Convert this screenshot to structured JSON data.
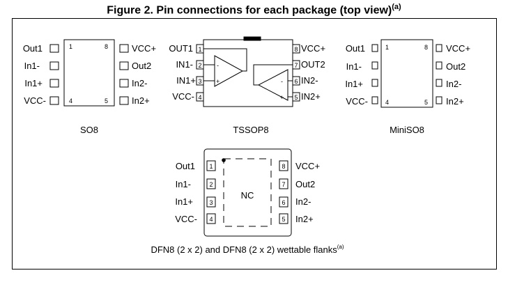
{
  "figure": {
    "title": "Figure 2. Pin connections for each package (top view)",
    "title_note": "(a)"
  },
  "so8": {
    "caption": "SO8",
    "left_labels": [
      "Out1",
      "In1-",
      "In1+",
      "VCC-"
    ],
    "right_labels": [
      "VCC+",
      "Out2",
      "In2-",
      "In2+"
    ],
    "pin_numbers": [
      "1",
      "4",
      "8",
      "5"
    ]
  },
  "tssop8": {
    "caption": "TSSOP8",
    "left_labels": [
      "OUT1",
      "IN1-",
      "IN1+",
      "VCC-"
    ],
    "right_labels": [
      "VCC+",
      "OUT2",
      "IN2-",
      "IN2+"
    ],
    "left_pins": [
      "1",
      "2",
      "3",
      "4"
    ],
    "right_pins": [
      "8",
      "7",
      "6",
      "5"
    ]
  },
  "minisо8_placeholder": null,
  "miniso8": {
    "caption": "MiniSO8",
    "left_labels": [
      "Out1",
      "In1-",
      "In1+",
      "VCC-"
    ],
    "right_labels": [
      "VCC+",
      "Out2",
      "In2-",
      "In2+"
    ],
    "pin_numbers": [
      "1",
      "4",
      "8",
      "5"
    ]
  },
  "dfn8": {
    "caption": "DFN8 (2 x 2) and DFN8 (2 x 2) wettable flanks",
    "caption_note": "(a)",
    "center_label": "NC",
    "left_labels": [
      "Out1",
      "In1-",
      "In1+",
      "VCC-"
    ],
    "right_labels": [
      "VCC+",
      "Out2",
      "In2-",
      "In2+"
    ],
    "left_pins": [
      "1",
      "2",
      "3",
      "4"
    ],
    "right_pins": [
      "8",
      "7",
      "6",
      "5"
    ]
  },
  "opamp_symbols": {
    "minus": "-",
    "plus": "+"
  }
}
